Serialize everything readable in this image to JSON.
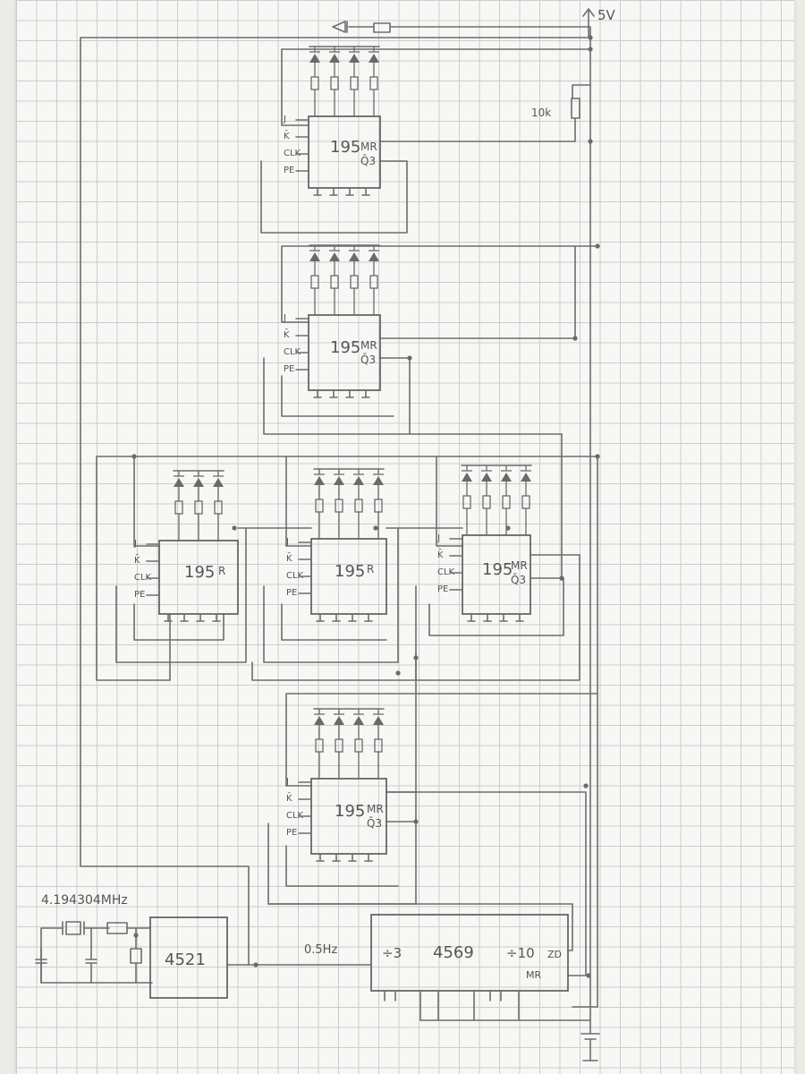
{
  "supply": {
    "label": "5V"
  },
  "pullup_resistor": {
    "label": "10k"
  },
  "clock_source": {
    "frequency": "4.194304MHz",
    "divider_chip": "4521"
  },
  "counter": {
    "chip": "4569",
    "input_freq": "0.5Hz",
    "div_a": "÷3",
    "div_b": "÷10",
    "pin_zd": "ZD",
    "pin_mr": "MR"
  },
  "registers": [
    {
      "id": "r1",
      "chip": "195",
      "pins_left": [
        "J",
        "K̄",
        "CLK",
        "PE"
      ],
      "pins_right": [
        "MR",
        "Q̄3"
      ]
    },
    {
      "id": "r2",
      "chip": "195",
      "pins_left": [
        "J",
        "K̄",
        "CLK",
        "PE"
      ],
      "pins_right": [
        "MR",
        "Q̄3"
      ]
    },
    {
      "id": "r3",
      "chip": "195",
      "pins_left": [
        "J",
        "K̄",
        "CLK",
        "PE"
      ],
      "pins_right": [
        "R"
      ]
    },
    {
      "id": "r4",
      "chip": "195",
      "pins_left": [
        "J",
        "K̄",
        "CLK",
        "PE"
      ],
      "pins_right": [
        "R"
      ]
    },
    {
      "id": "r5",
      "chip": "195",
      "pins_left": [
        "J",
        "K̄",
        "CLK",
        "PE"
      ],
      "pins_right": [
        "MR",
        "Q̄3"
      ]
    },
    {
      "id": "r6",
      "chip": "195",
      "pins_left": [
        "J",
        "K̄",
        "CLK",
        "PE"
      ],
      "pins_right": [
        "MR",
        "Q̄3"
      ]
    }
  ]
}
